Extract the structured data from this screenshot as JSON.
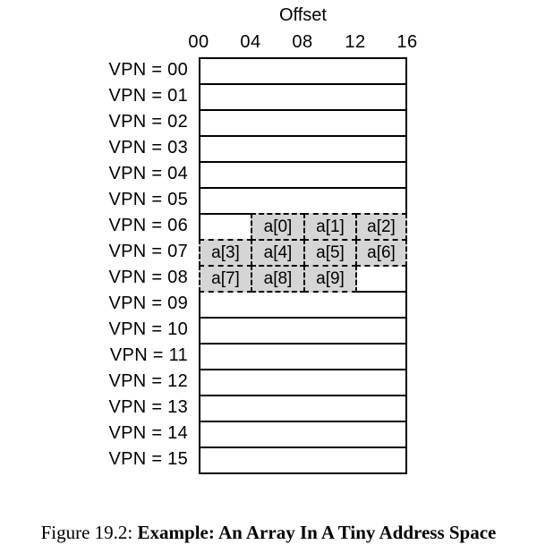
{
  "figure": {
    "axis": {
      "title": "Offset",
      "ticks": [
        "00",
        "04",
        "08",
        "12",
        "16"
      ]
    },
    "grid": {
      "rows": [
        {
          "label": "VPN = 00",
          "cells": [
            null,
            null,
            null,
            null
          ]
        },
        {
          "label": "VPN = 01",
          "cells": [
            null,
            null,
            null,
            null
          ]
        },
        {
          "label": "VPN = 02",
          "cells": [
            null,
            null,
            null,
            null
          ]
        },
        {
          "label": "VPN = 03",
          "cells": [
            null,
            null,
            null,
            null
          ]
        },
        {
          "label": "VPN = 04",
          "cells": [
            null,
            null,
            null,
            null
          ]
        },
        {
          "label": "VPN = 05",
          "cells": [
            null,
            null,
            null,
            null
          ]
        },
        {
          "label": "VPN = 06",
          "cells": [
            null,
            "a[0]",
            "a[1]",
            "a[2]"
          ]
        },
        {
          "label": "VPN = 07",
          "cells": [
            "a[3]",
            "a[4]",
            "a[5]",
            "a[6]"
          ]
        },
        {
          "label": "VPN = 08",
          "cells": [
            "a[7]",
            "a[8]",
            "a[9]",
            null
          ]
        },
        {
          "label": "VPN = 09",
          "cells": [
            null,
            null,
            null,
            null
          ]
        },
        {
          "label": "VPN = 10",
          "cells": [
            null,
            null,
            null,
            null
          ]
        },
        {
          "label": "VPN = 11",
          "cells": [
            null,
            null,
            null,
            null
          ]
        },
        {
          "label": "VPN = 12",
          "cells": [
            null,
            null,
            null,
            null
          ]
        },
        {
          "label": "VPN = 13",
          "cells": [
            null,
            null,
            null,
            null
          ]
        },
        {
          "label": "VPN = 14",
          "cells": [
            null,
            null,
            null,
            null
          ]
        },
        {
          "label": "VPN = 15",
          "cells": [
            null,
            null,
            null,
            null
          ]
        }
      ]
    },
    "colors": {
      "line": "#000000",
      "cell_fill": "#d5d5d5",
      "background": "#ffffff"
    },
    "caption": {
      "figure_number": "Figure 19.2:",
      "title": "Example: An Array In A Tiny Address Space"
    }
  }
}
